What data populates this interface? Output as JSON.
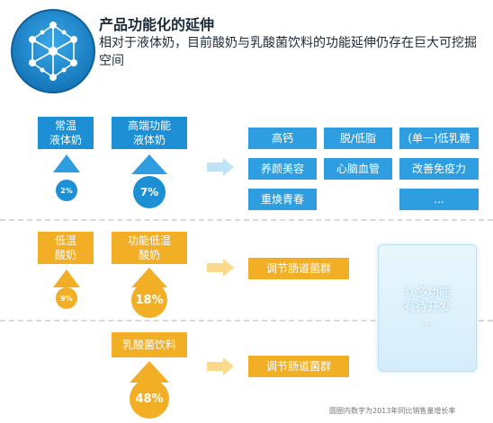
{
  "header": {
    "title": "产品功能化的延伸",
    "subtitle": "相对于液体奶，目前酸奶与乳酸菌饮料的功能延伸仍存在巨大可挖掘空间"
  },
  "rows": [
    {
      "products": [
        {
          "label_line1": "常温",
          "label_line2": "液体奶",
          "growth": "2%"
        },
        {
          "label_line1": "高端功能",
          "label_line2": "液体奶",
          "growth": "7%"
        }
      ],
      "functions": [
        "高钙",
        "脱/低脂",
        "(单一)低乳糖",
        "养颜美容",
        "心脑血管",
        "改善免疫力",
        "重焕青春",
        "..."
      ]
    },
    {
      "products": [
        {
          "label_line1": "低温",
          "label_line2": "酸奶",
          "growth": "9%"
        },
        {
          "label_line1": "功能低温",
          "label_line2": "酸奶",
          "growth": "18%"
        }
      ],
      "functions": [
        "调节肠道菌群"
      ]
    },
    {
      "products": [
        {
          "label_line1": "乳酸菌饮料",
          "label_line2": "",
          "growth": "48%"
        }
      ],
      "functions": [
        "调节肠道菌群"
      ]
    }
  ],
  "more_box": {
    "line1": "众多功能",
    "line2": "有待开发",
    "line3": "..."
  },
  "footnote": "圆圈内数字为2013年同比销售量增长率",
  "colors": {
    "blue": "#1d8fd5",
    "orange": "#f2ae24",
    "arrow_blue": "#bfe3f7",
    "arrow_orange": "#fbd98c"
  }
}
